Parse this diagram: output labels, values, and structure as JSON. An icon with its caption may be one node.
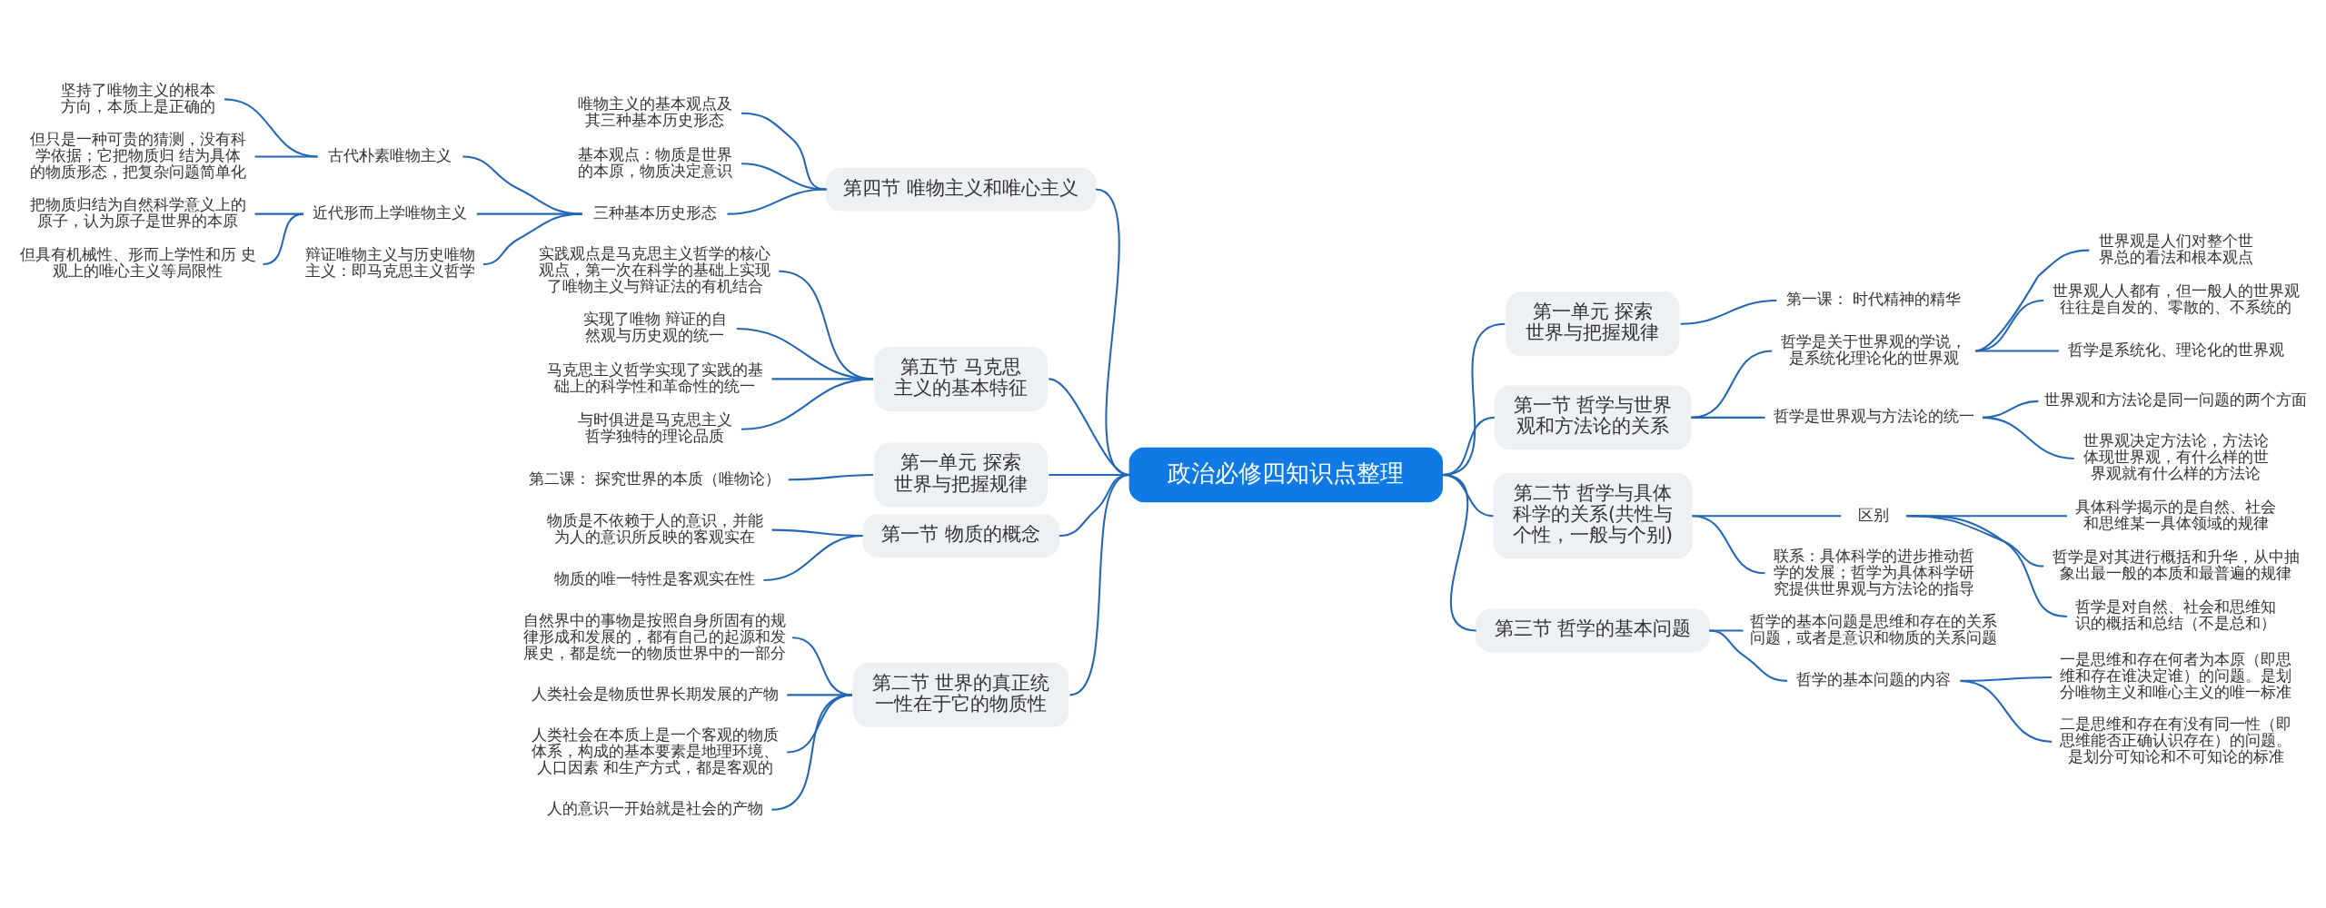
{
  "diagram": {
    "nodes": [
      {
        "text": [
          "政治必修四知识点整理"
        ]
      },
      {
        "text": [
          "第一单元 探索世界与把握规律"
        ]
      },
      {
        "text": [
          "第一课： 时代精神的精华"
        ]
      },
      {
        "text": [
          "第一节 哲学与世界观和方法论的关系"
        ]
      },
      {
        "text": [
          "哲学是关于世界观的学说，是系统化理论化的世界观"
        ]
      },
      {
        "text": [
          "世界观是人们对整个世界总的看法和根本观点"
        ]
      },
      {
        "text": [
          "世界观人人都有，但一般人的世界观往往是自发的、零散的、不系统的"
        ]
      },
      {
        "text": [
          "哲学是系统化、理论化的世界观"
        ]
      },
      {
        "text": [
          "哲学是世界观与方法论的统一"
        ]
      },
      {
        "text": [
          "世界观和方法论是同一问题的两个方面"
        ]
      },
      {
        "text": [
          "世界观决定方法论，方法论体现世界观，有什么样的世界观就有什么样的方法论"
        ]
      },
      {
        "text": [
          "第二节 哲学与具体科学的关系(共性与个性，一般与个别)"
        ]
      },
      {
        "text": [
          "区别"
        ]
      },
      {
        "text": [
          "具体科学揭示的是自然、社会和思维某一具体领域的规律"
        ]
      },
      {
        "text": [
          "哲学是对其进行概括和升华，从中抽象出最一般的本质和最普遍的规律"
        ]
      },
      {
        "text": [
          "哲学是对自然、社会和思维知识的概括和总结（不是总和）"
        ]
      },
      {
        "text": [
          "联系：具体科学的进步推动哲学的发展；哲学为具体科学研究提供世界观与方法论的指导"
        ]
      },
      {
        "text": [
          "第三节 哲学的基本问题"
        ]
      },
      {
        "text": [
          "哲学的基本问题是思维和存在的关系问题，或者是意识和物质的关系问题"
        ]
      },
      {
        "text": [
          "哲学的基本问题的内容"
        ]
      },
      {
        "text": [
          "一是思维和存在何者为本原（即思维和存在谁决定谁）的问题。是划分唯物主义和唯心主义的唯一标准"
        ]
      },
      {
        "text": [
          "二是思维和存在有没有同一性（即思维能否正确认识存在）的问题。是划分可知论和不可知论的标准"
        ]
      },
      {
        "text": [
          "第四节 唯物主义和唯心主义"
        ]
      },
      {
        "text": [
          "唯物主义的基本观点及其三种基本历史形态"
        ]
      },
      {
        "text": [
          "基本观点：物质是世界的本原，物质决定意识"
        ]
      },
      {
        "text": [
          "三种基本历史形态"
        ]
      },
      {
        "text": [
          "古代朴素唯物主义"
        ]
      },
      {
        "text": [
          "坚持了唯物主义的根本方向，本质上是正确的"
        ]
      },
      {
        "text": [
          "但只是一种可贵的猜测，没有科学依据；它把物质归 结为具体的物质形态，把复杂问题简单化"
        ]
      },
      {
        "text": [
          "近代形而上学唯物主义"
        ]
      },
      {
        "text": [
          "把物质归结为自然科学意义上的原子，认为原子是世界的本原"
        ]
      },
      {
        "text": [
          "但具有机械性、形而上学性和历 史观上的唯心主义等局限性"
        ]
      },
      {
        "text": [
          "辩证唯物主义与历史唯物主义：即马克思主义哲学"
        ]
      },
      {
        "text": [
          "第五节 马克思主义的基本特征"
        ]
      },
      {
        "text": [
          "实践观点是马克思主义哲学的核心观点，第一次在科学的基础上实现了唯物主义与辩证法的有机结合"
        ]
      },
      {
        "text": [
          "实现了唯物 辩证的自然观与历史观的统一"
        ]
      },
      {
        "text": [
          "马克思主义哲学实现了实践的基础上的科学性和革命性的统一"
        ]
      },
      {
        "text": [
          "与时俱进是马克思主义哲学独特的理论品质"
        ]
      },
      {
        "text": [
          "第一单元 探索世界与把握规律"
        ]
      },
      {
        "text": [
          "第二课： 探究世界的本质（唯物论）"
        ]
      },
      {
        "text": [
          "第一节 物质的概念"
        ]
      },
      {
        "text": [
          "物质是不依赖于人的意识，并能为人的意识所反映的客观实在"
        ]
      },
      {
        "text": [
          "物质的唯一特性是客观实在性"
        ]
      },
      {
        "text": [
          "第二节 世界的真正统一性在于它的物质性"
        ]
      },
      {
        "text": [
          "自然界中的事物是按照自身所固有的规律形成和发展的，都有自己的起源和发展史，都是统一的物质世界中的一部分"
        ]
      },
      {
        "text": [
          "人类社会是物质世界长期发展的产物"
        ]
      },
      {
        "text": [
          "人类社会在本质上是一个客观的物质体系，构成的基本要素是地理环境、人口因素 和生产方式，都是客观的"
        ]
      },
      {
        "text": [
          "人的意识一开始就是社会的产物"
        ]
      }
    ],
    "edges": [
      {
        "from": 0,
        "to": 1,
        "arrow": "none"
      },
      {
        "from": 1,
        "to": 2,
        "arrow": "none"
      },
      {
        "from": 0,
        "to": 3,
        "arrow": "none"
      },
      {
        "from": 3,
        "to": 4,
        "arrow": "none"
      },
      {
        "from": 4,
        "to": 5,
        "arrow": "none"
      },
      {
        "from": 4,
        "to": 6,
        "arrow": "none"
      },
      {
        "from": 4,
        "to": 7,
        "arrow": "none"
      },
      {
        "from": 3,
        "to": 8,
        "arrow": "none"
      },
      {
        "from": 8,
        "to": 9,
        "arrow": "none"
      },
      {
        "from": 8,
        "to": 10,
        "arrow": "none"
      },
      {
        "from": 0,
        "to": 11,
        "arrow": "none"
      },
      {
        "from": 11,
        "to": 12,
        "arrow": "none"
      },
      {
        "from": 12,
        "to": 13,
        "arrow": "none"
      },
      {
        "from": 12,
        "to": 14,
        "arrow": "none"
      },
      {
        "from": 12,
        "to": 15,
        "arrow": "none"
      },
      {
        "from": 11,
        "to": 16,
        "arrow": "none"
      },
      {
        "from": 0,
        "to": 17,
        "arrow": "none"
      },
      {
        "from": 17,
        "to": 18,
        "arrow": "none"
      },
      {
        "from": 17,
        "to": 19,
        "arrow": "none"
      },
      {
        "from": 19,
        "to": 20,
        "arrow": "none"
      },
      {
        "from": 19,
        "to": 21,
        "arrow": "none"
      },
      {
        "from": 22,
        "to": 0,
        "arrow": "none"
      },
      {
        "from": 23,
        "to": 22,
        "arrow": "none"
      },
      {
        "from": 24,
        "to": 22,
        "arrow": "none"
      },
      {
        "from": 25,
        "to": 22,
        "arrow": "none"
      },
      {
        "from": 26,
        "to": 25,
        "arrow": "none"
      },
      {
        "from": 27,
        "to": 26,
        "arrow": "none"
      },
      {
        "from": 28,
        "to": 26,
        "arrow": "none"
      },
      {
        "from": 29,
        "to": 25,
        "arrow": "none"
      },
      {
        "from": 30,
        "to": 29,
        "arrow": "none"
      },
      {
        "from": 31,
        "to": 29,
        "arrow": "none"
      },
      {
        "from": 32,
        "to": 25,
        "arrow": "none"
      },
      {
        "from": 33,
        "to": 0,
        "arrow": "none"
      },
      {
        "from": 34,
        "to": 33,
        "arrow": "none"
      },
      {
        "from": 35,
        "to": 33,
        "arrow": "none"
      },
      {
        "from": 36,
        "to": 33,
        "arrow": "none"
      },
      {
        "from": 37,
        "to": 33,
        "arrow": "none"
      },
      {
        "from": 38,
        "to": 0,
        "arrow": "none"
      },
      {
        "from": 39,
        "to": 38,
        "arrow": "none"
      },
      {
        "from": 40,
        "to": 0,
        "arrow": "none"
      },
      {
        "from": 41,
        "to": 40,
        "arrow": "none"
      },
      {
        "from": 42,
        "to": 40,
        "arrow": "none"
      },
      {
        "from": 43,
        "to": 0,
        "arrow": "none"
      },
      {
        "from": 44,
        "to": 43,
        "arrow": "none"
      },
      {
        "from": 45,
        "to": 43,
        "arrow": "none"
      },
      {
        "from": 46,
        "to": 43,
        "arrow": "none"
      },
      {
        "from": 47,
        "to": 43,
        "arrow": "none"
      }
    ]
  }
}
